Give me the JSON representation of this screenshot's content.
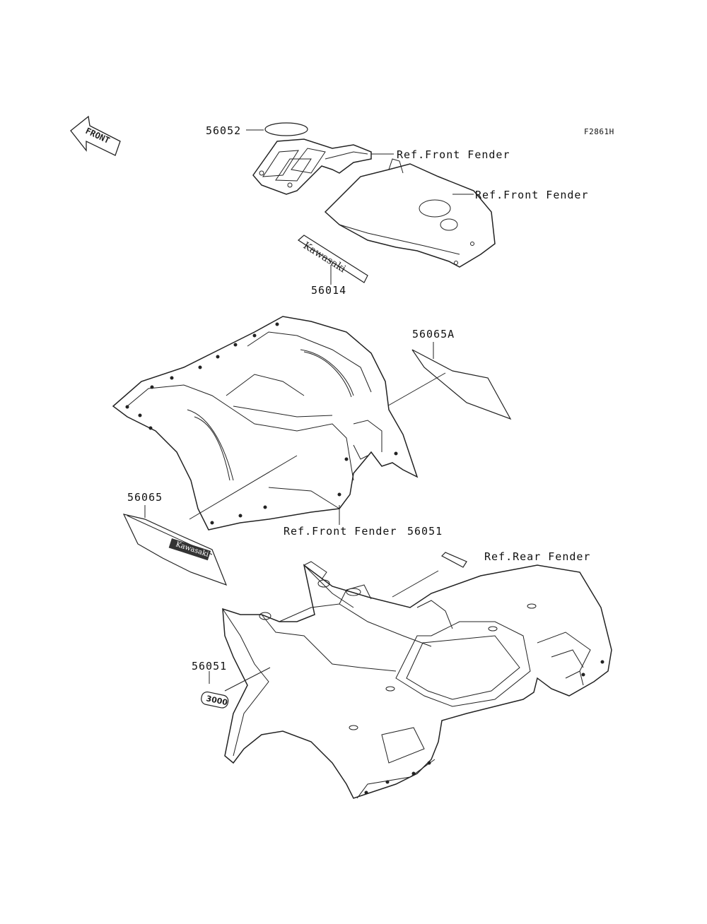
{
  "diagram": {
    "figure_code": "F2861H",
    "front_arrow_text": "FRONT",
    "parts": {
      "p56052": "56052",
      "p56014": "56014",
      "p56065A": "56065A",
      "p56065": "56065",
      "p56051_top": "56051",
      "p56051_bottom": "56051"
    },
    "refs": {
      "front_fender_1": "Ref.Front Fender",
      "front_fender_2": "Ref.Front Fender",
      "front_fender_3": "Ref.Front Fender",
      "rear_fender": "Ref.Rear Fender"
    },
    "decal_texts": {
      "kawasaki_emblem": "Kawasaki",
      "side_decal": "Kawasaki",
      "number_badge": "3000"
    }
  }
}
